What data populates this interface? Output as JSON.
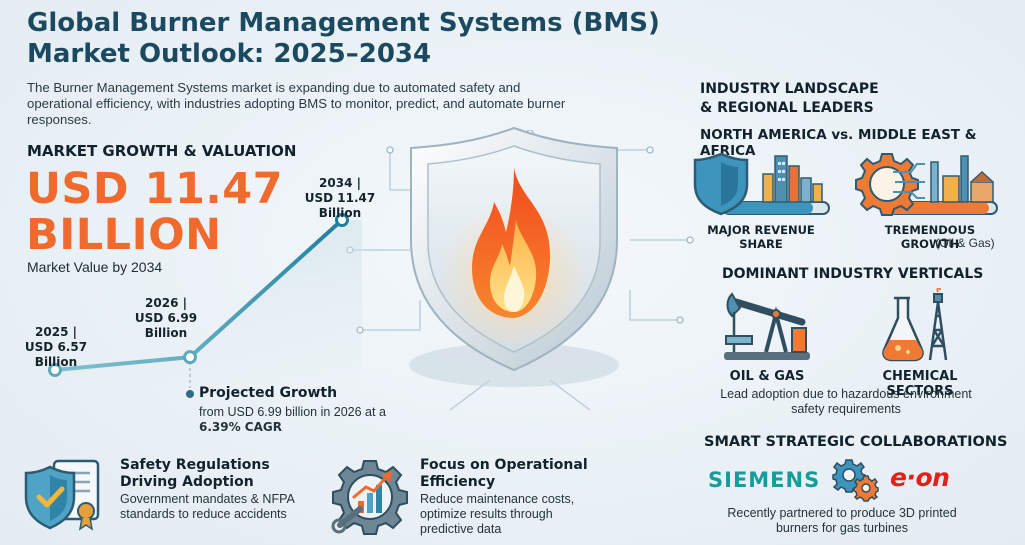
{
  "header": {
    "title": "Global Burner Management Systems (BMS) Market Outlook: 2025–2034",
    "intro": "The Burner Management Systems market is expanding due to automated safety and operational efficiency, with industries adopting BMS to monitor, predict, and automate burner responses."
  },
  "growth": {
    "heading": "MARKET GROWTH & VALUATION",
    "big_value": "USD 11.47 BILLION",
    "value_label": "Market Value by 2034",
    "points": [
      {
        "year": "2025 |",
        "value": "USD 6.57 Billion",
        "usd_billion": 6.57
      },
      {
        "year": "2026 |",
        "value": "USD 6.99 Billion",
        "usd_billion": 6.99
      },
      {
        "year": "2034 |",
        "value": "USD 11.47 Billion",
        "usd_billion": 11.47
      }
    ],
    "projected_title": "Projected Growth",
    "projected_text": "from USD 6.99 billion in 2026 at a",
    "cagr": "6.39% CAGR"
  },
  "cards": {
    "safety": {
      "title": "Safety Regulations Driving Adoption",
      "text": "Government mandates & NFPA standards to reduce accidents"
    },
    "efficiency": {
      "title": "Focus on Operational Efficiency",
      "text": "Reduce maintenance costs, optimize results through predictive data"
    }
  },
  "landscape": {
    "heading_line1": "INDUSTRY LANDSCAPE",
    "heading_line2": "& REGIONAL LEADERS",
    "regions_title": "NORTH AMERICA vs. MIDDLE EAST & AFRICA",
    "na_label": "MAJOR REVENUE SHARE",
    "mea_label": "TREMENDOUS GROWTH",
    "mea_sub": "(Oil & Gas)",
    "verticals_heading": "DOMINANT INDUSTRY VERTICALS",
    "oil_gas": "OIL & GAS",
    "chemical": "CHEMICAL SECTORS",
    "verticals_text": "Lead adoption due to hazardous environment safety requirements",
    "collab_heading": "SMART STRATEGIC COLLABORATIONS",
    "siemens": "SIEMENS",
    "eon": "e·on",
    "collab_text": "Recently partnered to produce 3D printed burners for gas turbines"
  },
  "icons": {
    "shield_flame": "shield-flame-icon",
    "certificate": "certificate-shield-icon",
    "gear_chart": "gear-chart-icon",
    "shield_city": "shield-city-icon",
    "gear_factory": "gear-factory-icon",
    "pumpjack": "oil-pumpjack-icon",
    "flask_tower": "chemical-flask-icon",
    "gears": "gears-icon"
  },
  "colors": {
    "accent_orange": "#ef6a2c",
    "title_blue": "#1b4a60",
    "line_teal": "#2f8fa8",
    "siemens_teal": "#169c9a",
    "eon_red": "#e3211b"
  }
}
